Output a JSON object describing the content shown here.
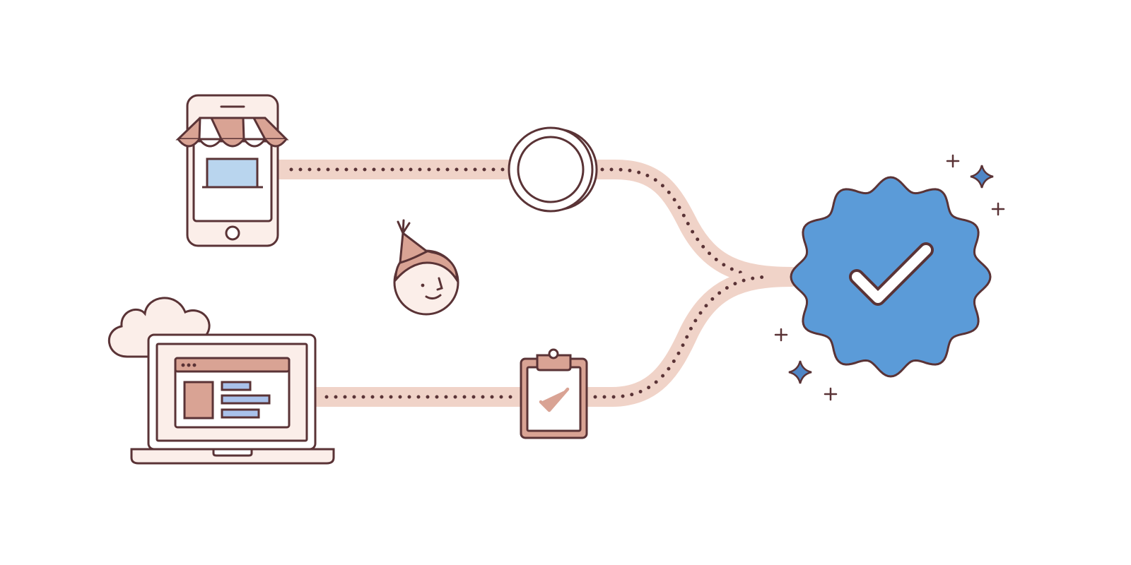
{
  "diagram": {
    "kind": "illustration",
    "nodes": [
      {
        "id": "mobile-storefront",
        "icon": "mobile-store-icon"
      },
      {
        "id": "coin",
        "icon": "coin-icon"
      },
      {
        "id": "party-person",
        "icon": "party-hat-face-icon"
      },
      {
        "id": "laptop-web-app",
        "icon": "laptop-browser-icon"
      },
      {
        "id": "cloud",
        "icon": "cloud-icon"
      },
      {
        "id": "clipboard-check",
        "icon": "clipboard-check-icon"
      },
      {
        "id": "verified-badge",
        "icon": "verified-badge-icon"
      }
    ],
    "edges": [
      {
        "from": "mobile-storefront",
        "to": "coin"
      },
      {
        "from": "coin",
        "to": "verified-badge"
      },
      {
        "from": "laptop-web-app",
        "to": "clipboard-check"
      },
      {
        "from": "clipboard-check",
        "to": "verified-badge"
      }
    ]
  },
  "colors": {
    "outline": "#5a3336",
    "path": "#f0d3c8",
    "path_dots": "#5a3336",
    "peach_fill": "#d9a394",
    "light_peach": "#fbeee9",
    "screen_blue": "#b9d5ee",
    "badge_blue": "#5b9bd8",
    "bar_blue": "#a9c1ea",
    "sparkle_blue": "#4f86c6"
  }
}
